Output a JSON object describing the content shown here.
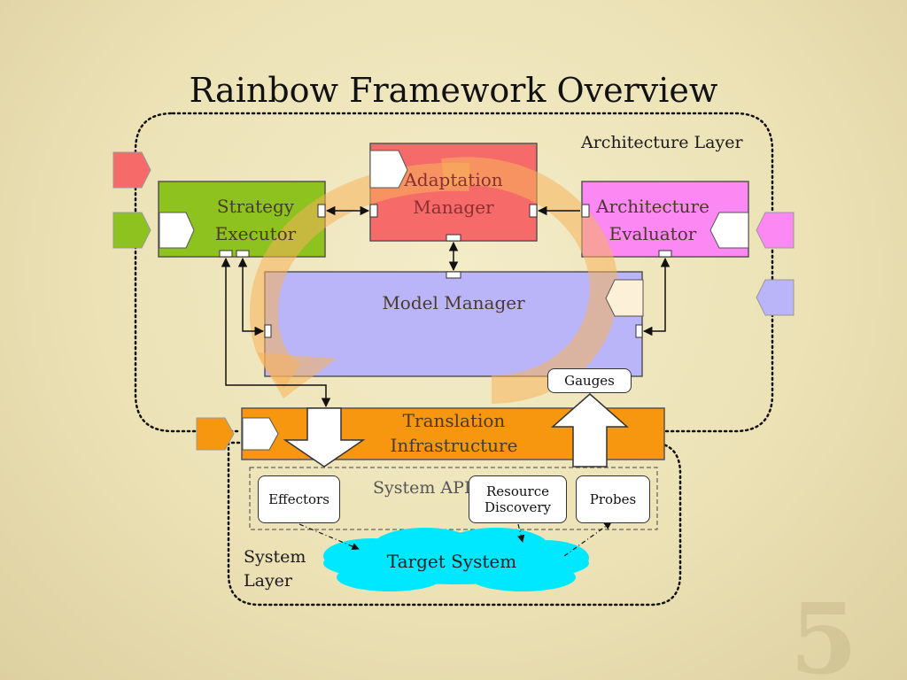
{
  "slide": {
    "title": "Rainbow Framework Overview",
    "page_number": "5"
  },
  "diagram": {
    "layers": {
      "architecture": "Architecture Layer",
      "system": "System\nLayer",
      "system_api": "System API"
    },
    "components": {
      "adaptation_manager": "Adaptation\nManager",
      "strategy_executor": "Strategy\nExecutor",
      "architecture_evaluator": "Architecture\nEvaluator",
      "model_manager": "Model Manager",
      "translation_infrastructure": "Translation\nInfrastructure",
      "gauges": "Gauges",
      "effectors": "Effectors",
      "resource_discovery": "Resource\nDiscovery",
      "probes": "Probes",
      "target_system": "Target System"
    },
    "colors": {
      "adaptation_manager": "#f76a6a",
      "strategy_executor": "#8dc21f",
      "architecture_evaluator": "#fb88f3",
      "model_manager": "#b9b5f8",
      "translation_infrastructure": "#f7960f",
      "target_system": "#00e8ff",
      "cycle_arrow": "#f7b35a"
    }
  }
}
